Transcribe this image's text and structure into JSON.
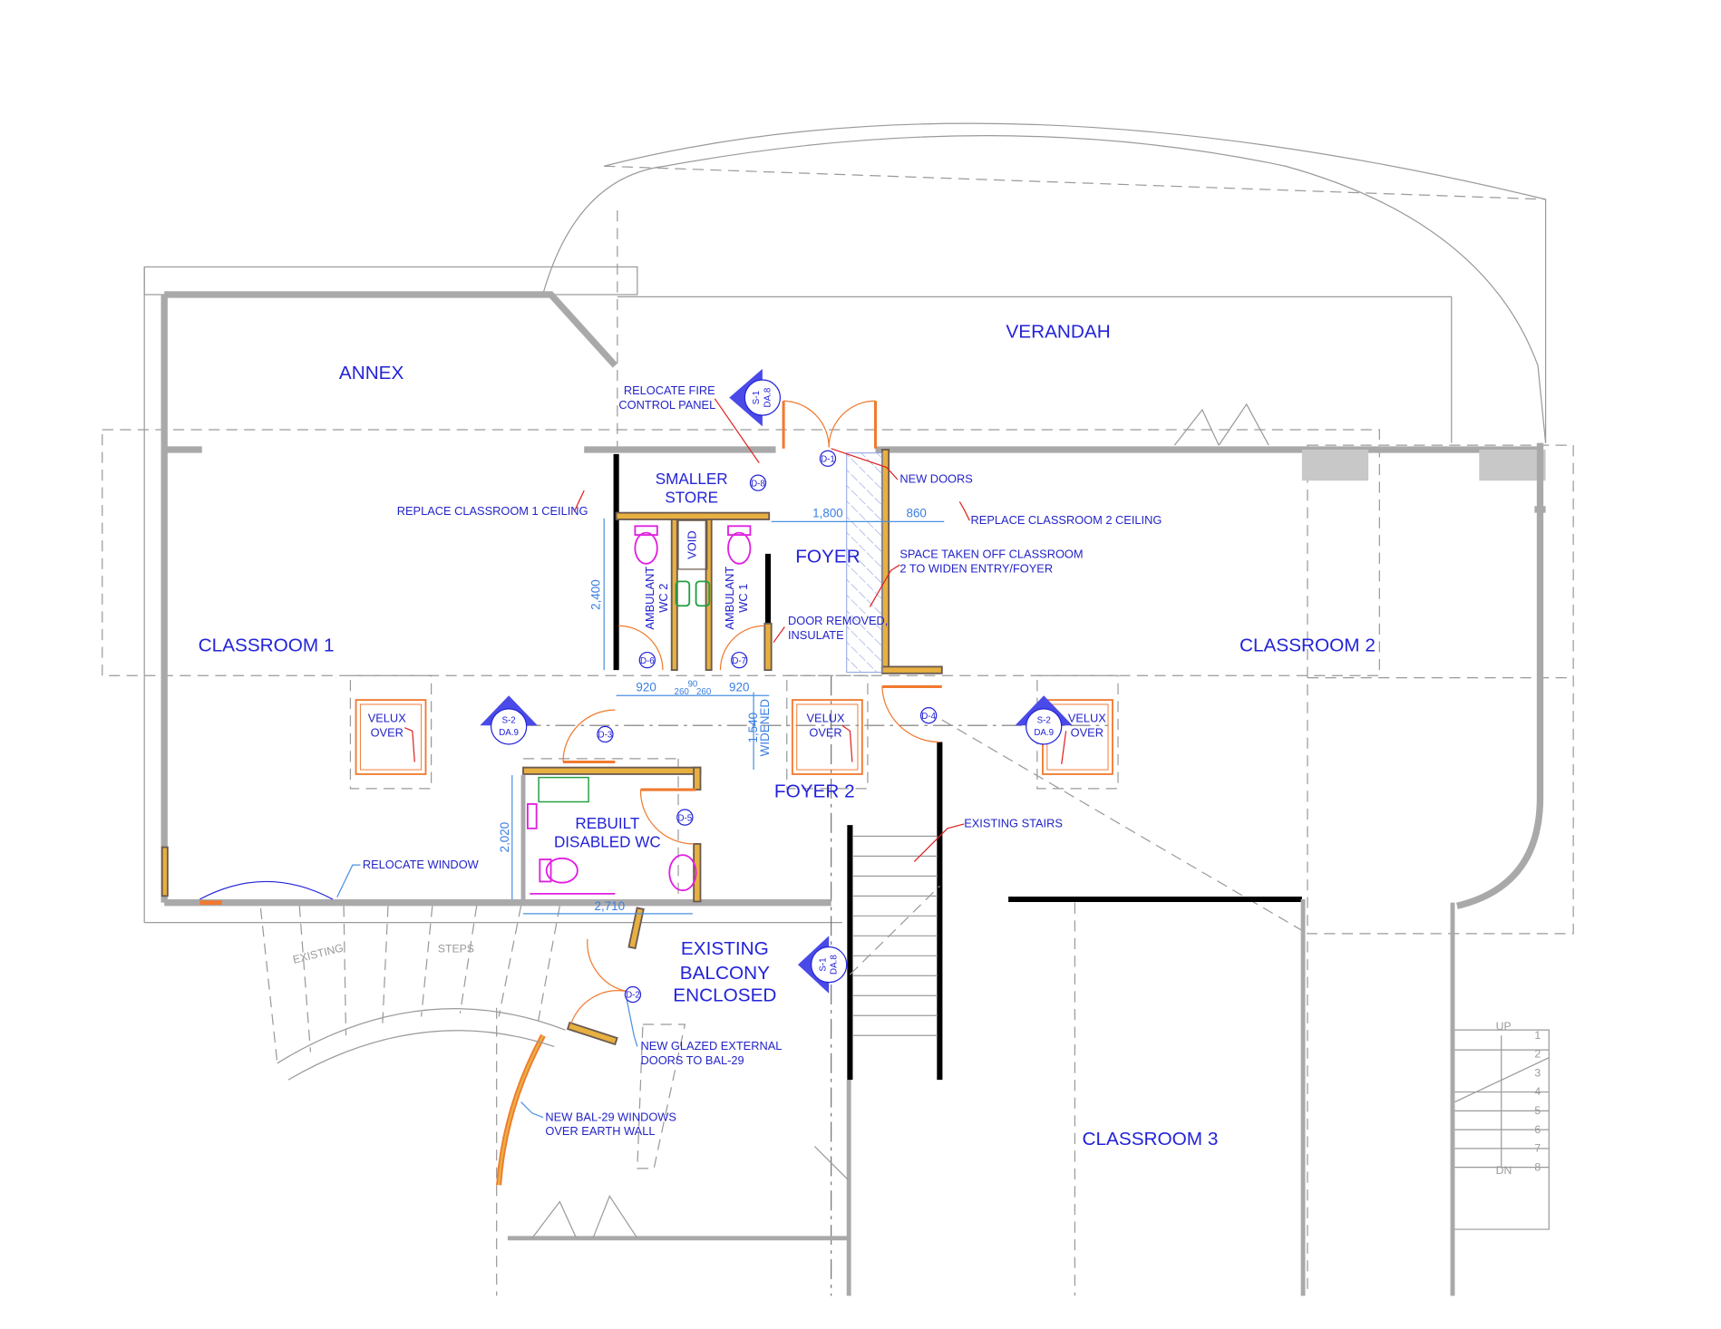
{
  "rooms": {
    "annex": "ANNEX",
    "verandah": "VERANDAH",
    "classroom1": "CLASSROOM 1",
    "classroom2": "CLASSROOM 2",
    "classroom3": "CLASSROOM 3",
    "smaller_store": [
      "SMALLER",
      "STORE"
    ],
    "foyer": "FOYER",
    "foyer2": "FOYER 2",
    "disabled_wc": [
      "REBUILT",
      "DISABLED WC"
    ],
    "balcony": [
      "EXISTING",
      "BALCONY",
      "ENCLOSED"
    ],
    "void": "VOID",
    "wc2": [
      "AMBULANT",
      "WC 2"
    ],
    "wc1": [
      "AMBULANT",
      "WC 1"
    ],
    "velux": [
      "VELUX",
      "OVER"
    ]
  },
  "notes": {
    "fire_panel": [
      "RELOCATE FIRE",
      "CONTROL PANEL"
    ],
    "cl1_ceiling": "REPLACE CLASSROOM 1 CEILING",
    "new_doors": "NEW DOORS",
    "cl2_ceiling": "REPLACE CLASSROOM 2 CEILING",
    "space_taken": [
      "SPACE TAKEN OFF CLASSROOM",
      "2 TO WIDEN ENTRY/FOYER"
    ],
    "door_removed": [
      "DOOR REMOVED,",
      "INSULATE"
    ],
    "existing_stairs": "EXISTING STAIRS",
    "relocate_window": "RELOCATE WINDOW",
    "glazed_doors": [
      "NEW GLAZED EXTERNAL",
      "DOORS TO BAL-29"
    ],
    "bal_windows": [
      "NEW BAL-29 WINDOWS",
      "OVER EARTH WALL"
    ],
    "existing": "EXISTING",
    "steps": "STEPS"
  },
  "dimensions": {
    "d1800": "1,800",
    "d860": "860",
    "d2400": "2,400",
    "d920a": "920",
    "d90": "90",
    "d260a": "260",
    "d260b": "260",
    "d920b": "920",
    "d1540": "1,540",
    "widened": "WIDENED",
    "d2020": "2,020",
    "d2710": "2,710"
  },
  "door_tags": {
    "d1": "D-1",
    "d2": "D-2",
    "d3": "D-3",
    "d4": "D-4",
    "d5": "D-5",
    "d6": "D-6",
    "d7": "D-7",
    "d8": "D-8"
  },
  "section_markers": {
    "s1": "S-1",
    "da8": "DA.8",
    "s2": "S-2",
    "da9": "DA.9"
  },
  "stair": {
    "up": "UP",
    "dn": "DN",
    "steps": [
      "1",
      "2",
      "3",
      "4",
      "5",
      "6",
      "7",
      "8"
    ]
  },
  "colors": {
    "text": "#2323d8",
    "note_arrow": "#e02020",
    "door": "#f07a30",
    "insulation": "#e8b040",
    "fixture": "#e020e0",
    "dimension": "#3a7fe0"
  }
}
